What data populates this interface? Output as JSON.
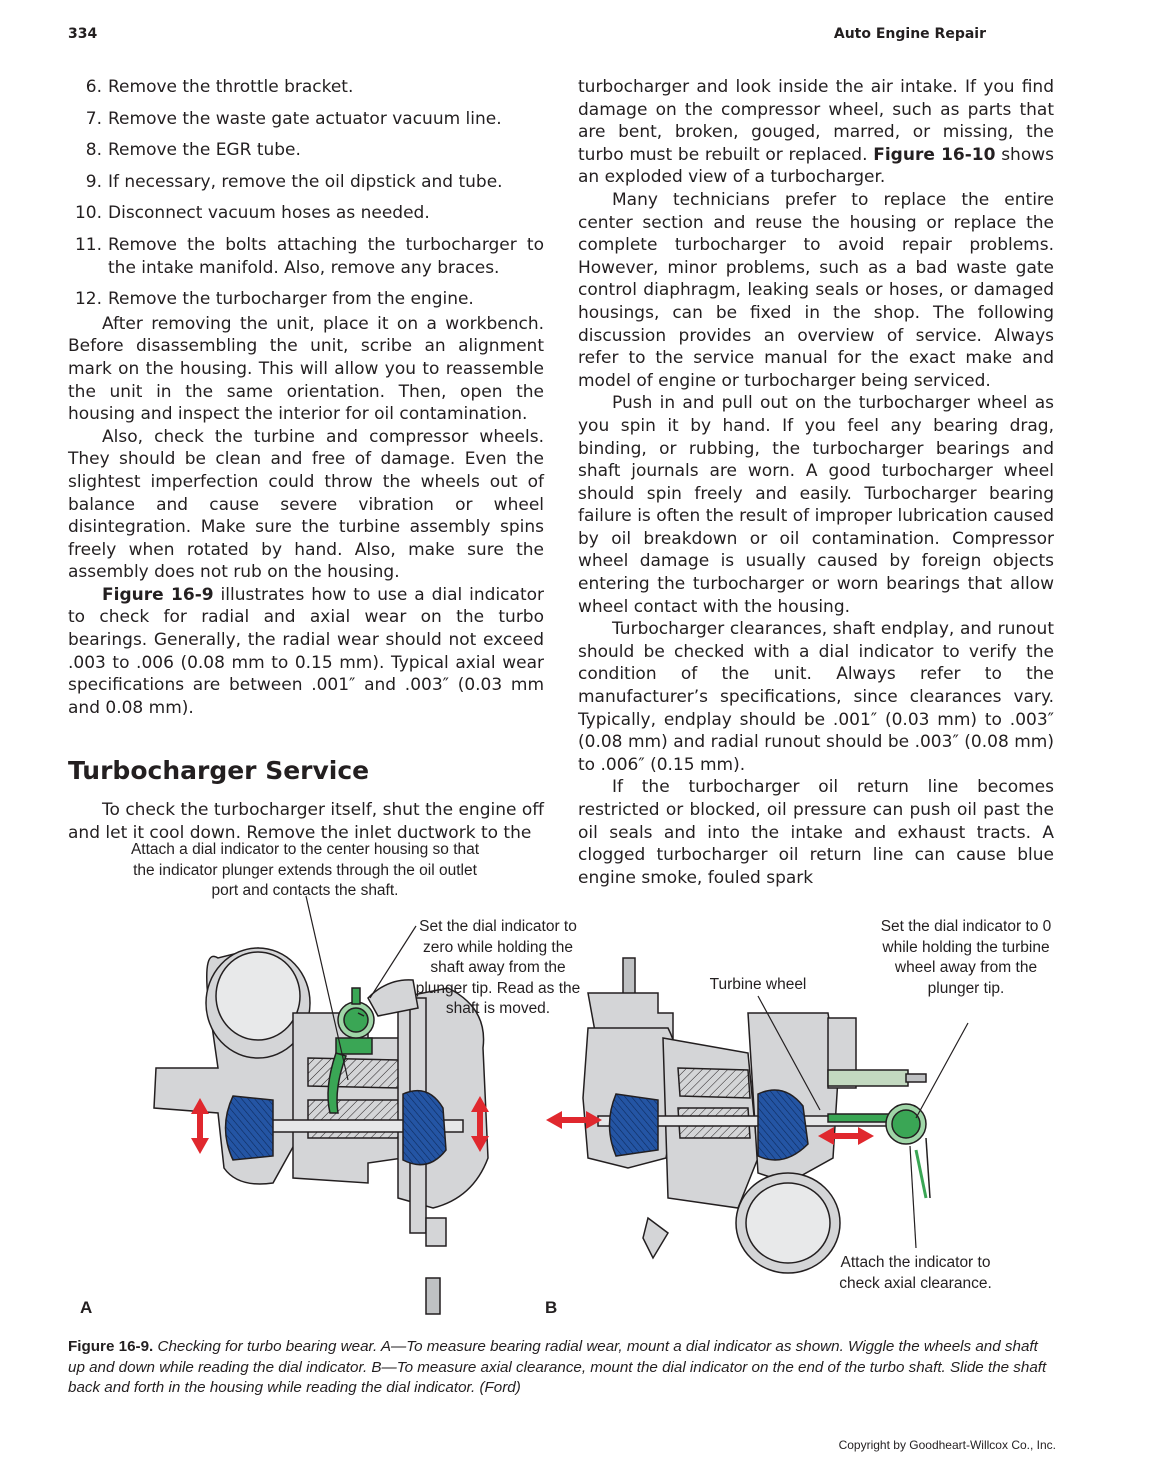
{
  "header": {
    "page_number": "334",
    "book_title": "Auto Engine Repair"
  },
  "left_column": {
    "steps": [
      {
        "num": "6.",
        "text": "Remove the throttle bracket."
      },
      {
        "num": "7.",
        "text": "Remove the waste gate actuator vacuum line."
      },
      {
        "num": "8.",
        "text": "Remove the EGR tube."
      },
      {
        "num": "9.",
        "text": "If necessary, remove the oil dipstick and tube."
      },
      {
        "num": "10.",
        "text": "Disconnect vacuum hoses as needed."
      },
      {
        "num": "11.",
        "text": "Remove the bolts attaching the turbocharger to the intake manifold. Also, remove any braces."
      },
      {
        "num": "12.",
        "text": "Remove the turbocharger from the engine."
      }
    ],
    "para1": "After removing the unit, place it on a workbench. Before disassembling the unit, scribe an alignment mark on the housing. This will allow you to reassemble the unit in the same orientation. Then, open the housing and inspect the interior for oil contamination.",
    "para2": "Also, check the turbine and compressor wheels. They should be clean and free of damage. Even the slightest imperfection could throw the wheels out of balance and cause severe vibration or wheel disintegration. Make sure the turbine assembly spins freely when rotated by hand. Also, make sure the assembly does not rub on the housing.",
    "para3_ref": "Figure 16-9",
    "para3": " illustrates how to use a dial indicator to check for radial and axial wear on the turbo bearings. Generally, the radial wear should not exceed .003 to .006 (0.08 mm to 0.15 mm). Typical axial wear specifications are between .001″ and .003″ (0.03 mm and 0.08 mm).",
    "section_title": "Turbocharger Service",
    "para4": "To check the turbocharger itself, shut the engine off and let it cool down. Remove the inlet ductwork to the"
  },
  "right_column": {
    "para1a": "turbocharger and look inside the air intake. If you find damage on the compressor wheel, such as parts that are bent, broken, gouged, marred, or missing, the turbo must be rebuilt or replaced. ",
    "para1_ref": "Figure 16-10",
    "para1b": " shows an exploded view of a turbocharger.",
    "para2": "Many technicians prefer to replace the entire center section and reuse the housing or replace the complete turbocharger to avoid repair problems. However, minor problems, such as a bad waste gate control diaphragm, leaking seals or hoses, or damaged housings, can be fixed in the shop. The following discussion provides an overview of service. Always refer to the service manual for the exact make and model of engine or turbocharger being serviced.",
    "para3": "Push in and pull out on the turbocharger wheel as you spin it by hand. If you feel any bearing drag, binding, or rubbing, the turbocharger bearings and shaft journals are worn. A good turbocharger wheel should spin freely and easily. Turbocharger bearing failure is often the result of improper lubrication caused by oil breakdown or oil contamination. Compressor wheel damage is usually caused by foreign objects entering the turbocharger or worn bearings that allow wheel contact with the housing.",
    "para4": "Turbocharger clearances, shaft endplay, and runout should be checked with a dial indicator to verify the condition of the unit. Always refer to the manufacturer’s specifications, since clearances vary. Typically, endplay should be .001″ (0.03 mm) to .003″ (0.08 mm) and radial runout should be .003″ (0.08 mm) to .006″ (0.15 mm).",
    "para5": "If the turbocharger oil return line becomes restricted or blocked, oil pressure can push oil past the oil seals and into the intake and exhaust tracts. A clogged turbocharger oil return line can cause blue engine smoke, fouled spark"
  },
  "figure": {
    "callout_center_housing": "Attach a dial indicator to the center housing so that the indicator plunger extends through the oil outlet port and contacts the shaft.",
    "callout_zero_a": "Set the dial indicator to zero while holding the shaft away from the plunger tip. Read as the shaft is moved.",
    "callout_turbine_wheel": "Turbine wheel",
    "callout_zero_b": "Set the dial indicator to 0 while holding the turbine wheel away from the plunger tip.",
    "callout_axial": "Attach the indicator to check axial clearance.",
    "label_a": "A",
    "label_b": "B",
    "colors": {
      "housing": "#d4d5d7",
      "wheel": "#2455a4",
      "indicator": "#3aa655",
      "arrow": "#e0282e",
      "outline": "#231f20"
    }
  },
  "caption": {
    "label": "Figure 16-9.",
    "text": " Checking for turbo bearing wear. A—To measure bearing radial wear, mount a dial indicator as shown. Wiggle the wheels and shaft up and down while reading the dial indicator. B—To measure axial clearance, mount the dial indicator on the end of the turbo shaft. Slide the shaft back and forth in the housing while reading the dial indicator. (Ford)"
  },
  "footer": {
    "copyright": "Copyright by Goodheart-Willcox Co., Inc."
  }
}
